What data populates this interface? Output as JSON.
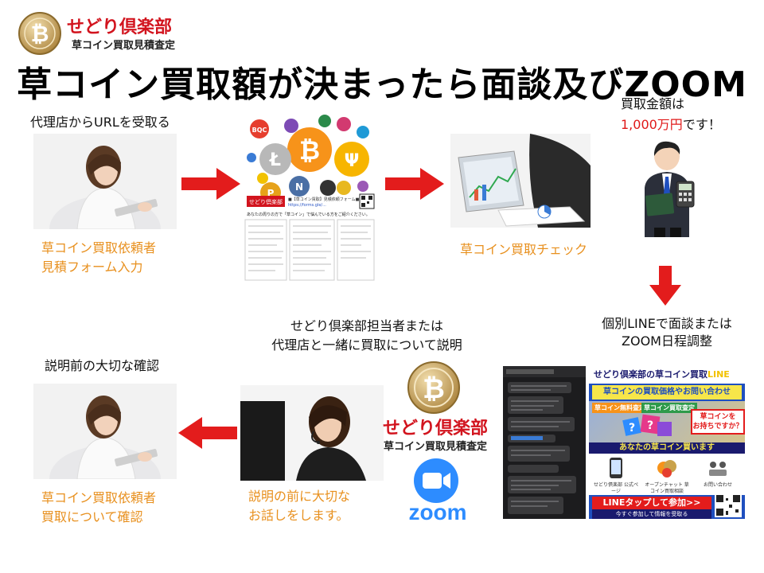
{
  "header": {
    "logo_name": "せどり倶楽部",
    "logo_sub": "草コイン買取見積査定",
    "title": "草コイン買取額が決まったら面談及びZOOM"
  },
  "step1": {
    "caption": "代理店からURLを受取る",
    "label_line1": "草コイン買取依頼者",
    "label_line2": "見積フォーム入力"
  },
  "form_card": {
    "coin_letters": [
      "BQC",
      "N",
      "P"
    ],
    "logo_text": "せどり倶楽部",
    "heading": "■【草コイン買取】見積依頼フォーム■",
    "url": "https://forms.gle/...",
    "note": "あなたの周りの方で「草コイン」で悩んでいる方をご紹介ください。"
  },
  "step3": {
    "label": "草コイン買取チェック"
  },
  "price": {
    "line1": "買取金額は",
    "amount": "1,000万円",
    "suffix": "です！"
  },
  "schedule": {
    "line1": "個別LINEで面談または",
    "line2": "ZOOM日程調整"
  },
  "line_promo": {
    "title_a": "せどり倶楽部の草コイン買取",
    "title_b": "LINE",
    "subtitle": "草コインの買取価格やお問い合わせ",
    "badge1": "草コイン無料査定",
    "badge2": "草コイン買取査定",
    "callout_line1": "草コインを",
    "callout_line2": "お持ちですか？",
    "banner": "あなたの草コイン買います",
    "icon1": "せどり倶楽部 公式ページ",
    "icon2": "オープンチャット 草コイン買取相談",
    "icon3": "お問い合わせ",
    "cta": "LINEタップして参加>>",
    "cta_sub": "今すぐ参加して情報を受取る"
  },
  "middle": {
    "line1": "せどり倶楽部担当者または",
    "line2": "代理店と一緒に買取について説明",
    "logo_name": "せどり倶楽部",
    "logo_sub": "草コイン買取見積査定",
    "zoom_text": "zoom",
    "label_line1": "説明の前に大切な",
    "label_line2": "お話しをします。"
  },
  "step_final": {
    "caption": "説明前の大切な確認",
    "label_line1": "草コイン買取依頼者",
    "label_line2": "買取について確認"
  },
  "colors": {
    "arrow": "#e31c1c",
    "orange": "#e8901e",
    "gold": "#c9a24a",
    "brand_red": "#d2141e",
    "zoom_blue": "#2d8cff"
  }
}
